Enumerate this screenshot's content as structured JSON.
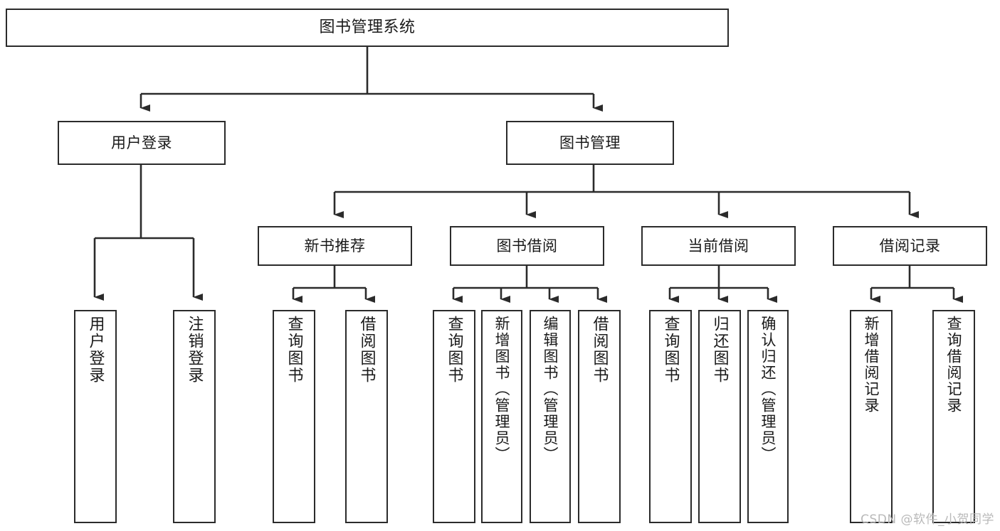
{
  "diagram": {
    "title": "图书管理系统",
    "type": "functional-structure-tree",
    "root": {
      "label": "图书管理系统"
    },
    "level1": [
      {
        "label": "用户登录"
      },
      {
        "label": "图书管理"
      }
    ],
    "level2": [
      {
        "label": "新书推荐"
      },
      {
        "label": "图书借阅"
      },
      {
        "label": "当前借阅"
      },
      {
        "label": "借阅记录"
      }
    ],
    "leaves": {
      "user_login": [
        {
          "label": "用户登录"
        },
        {
          "label": "注销登录"
        }
      ],
      "new_book_recommend": [
        {
          "label": "查询图书"
        },
        {
          "label": "借阅图书"
        }
      ],
      "book_borrow": [
        {
          "label": "查询图书"
        },
        {
          "label": "新增图书（管理员）"
        },
        {
          "label": "编辑图书（管理员）"
        },
        {
          "label": "借阅图书"
        }
      ],
      "current_borrow": [
        {
          "label": "查询图书"
        },
        {
          "label": "归还图书"
        },
        {
          "label": "确认归还（管理员）"
        }
      ],
      "borrow_record": [
        {
          "label": "新增借阅记录"
        },
        {
          "label": "查询借阅记录"
        }
      ]
    }
  },
  "watermark": {
    "text": "CSDN @软件_小贺同学"
  },
  "colors": {
    "stroke": "#2b2b2b",
    "fill": "#ffffff",
    "text": "#1a1a1a",
    "watermark": "#b9b9b9"
  }
}
